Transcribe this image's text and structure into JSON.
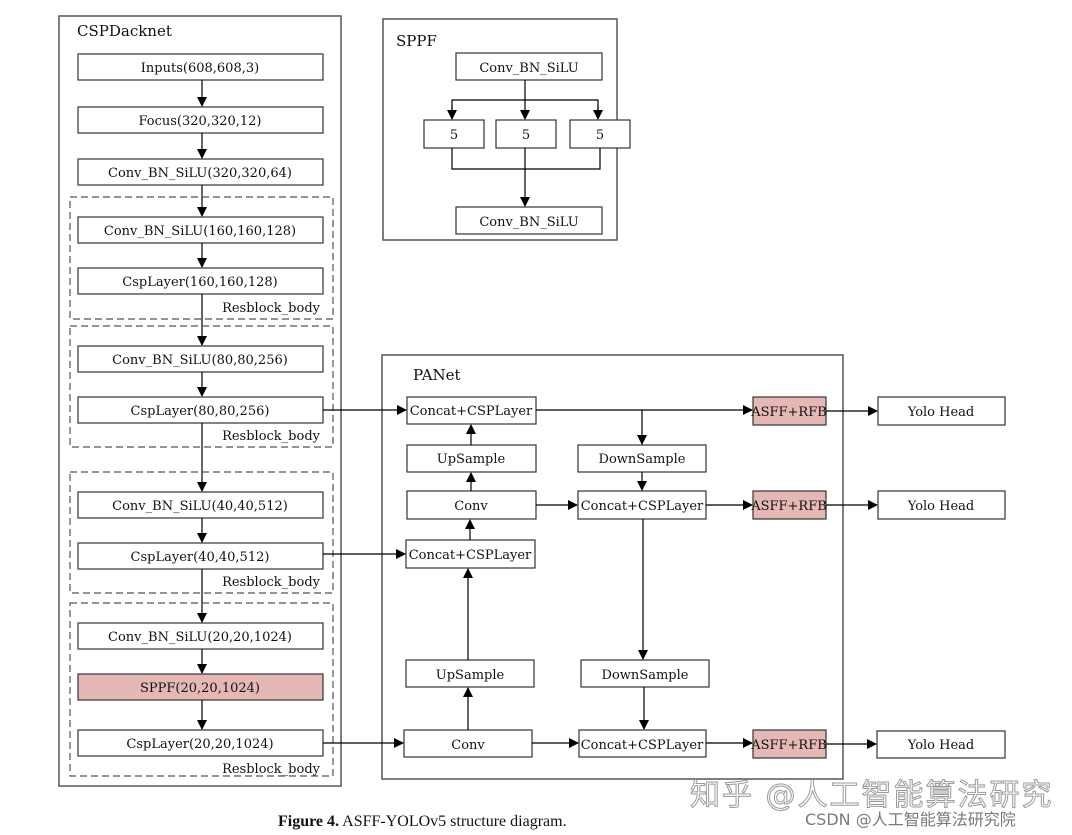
{
  "colors": {
    "highlight_fill": "#e6b8b5",
    "stroke": "#333333",
    "frame": "#444444"
  },
  "backbone": {
    "title": "CSPDacknet",
    "input": "Inputs(608,608,3)",
    "focus": "Focus(320,320,12)",
    "stem_conv": "Conv_BN_SiLU(320,320,64)",
    "resblocks": [
      {
        "conv": "Conv_BN_SiLU(160,160,128)",
        "csp": "CspLayer(160,160,128)",
        "label": "Resblock_body"
      },
      {
        "conv": "Conv_BN_SiLU(80,80,256)",
        "csp": "CspLayer(80,80,256)",
        "label": "Resblock_body"
      },
      {
        "conv": "Conv_BN_SiLU(40,40,512)",
        "csp": "CspLayer(40,40,512)",
        "label": "Resblock_body"
      },
      {
        "conv": "Conv_BN_SiLU(20,20,1024)",
        "sppf": "SPPF(20,20,1024)",
        "csp": "CspLayer(20,20,1024)",
        "label": "Resblock_body"
      }
    ]
  },
  "sppf": {
    "title": "SPPF",
    "top": "Conv_BN_SiLU",
    "pools": [
      "5",
      "5",
      "5"
    ],
    "bottom": "Conv_BN_SiLU"
  },
  "panet": {
    "title": "PANet",
    "concat_top": "Concat+CSPLayer",
    "upsample_top": "UpSample",
    "conv_mid": "Conv",
    "concat_mid_left": "Concat+CSPLayer",
    "upsample_bottom": "UpSample",
    "conv_bottom": "Conv",
    "downsample_top": "DownSample",
    "concat_mid_right": "Concat+CSPLayer",
    "downsample_bottom": "DownSample",
    "concat_bottom_right": "Concat+CSPLayer"
  },
  "heads": {
    "asff": [
      "ASFF+RFB",
      "ASFF+RFB",
      "ASFF+RFB"
    ],
    "yolo": [
      "Yolo Head",
      "Yolo Head",
      "Yolo Head"
    ]
  },
  "caption": {
    "label": "Figure 4.",
    "text": " ASFF-YOLOv5 structure diagram."
  },
  "watermarks": {
    "zhihu": "知乎 @人工智能算法研究",
    "csdn": "CSDN @人工智能算法研究院"
  }
}
